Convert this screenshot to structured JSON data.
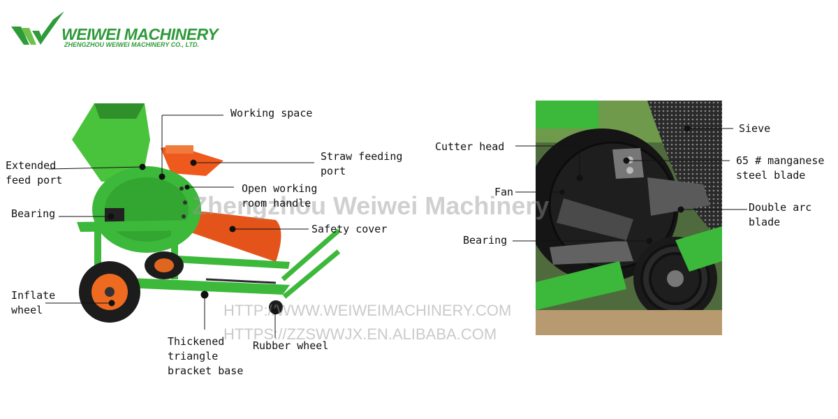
{
  "logo": {
    "name": "WEIWEI MACHINERY",
    "subtitle": "ZHENGZHOU WEIWEI MACHINERY CO., LTD."
  },
  "watermark": {
    "brand": "Zhengzhou Weiwei Machinery",
    "url1": "HTTP://WWW.WEIWEIMACHINERY.COM",
    "url2": "HTTPS://ZZSWWJX.EN.ALIBABA.COM"
  },
  "left_labels": {
    "working_space": "Working space",
    "straw_feeding_port": "Straw feeding\nport",
    "extended_feed_port": "Extended\nfeed port",
    "open_working_room_handle": "Open working\nroom handle",
    "bearing": "Bearing",
    "safety_cover": "Safety cover",
    "inflate_wheel": "Inflate\nwheel",
    "thickened_base": "Thickened\ntriangle\nbracket base",
    "rubber_wheel": "Rubber wheel"
  },
  "right_labels": {
    "sieve": "Sieve",
    "cutter_head": "Cutter head",
    "manganese_blade": "65 # manganese\nsteel blade",
    "fan": "Fan",
    "double_arc_blade": "Double arc\nblade",
    "bearing": "Bearing"
  },
  "colors": {
    "brand_green": "#2e9a3a",
    "machine_green": "#3cb83a",
    "guard_orange": "#ee5a1e",
    "tire_black": "#1c1c1c"
  }
}
